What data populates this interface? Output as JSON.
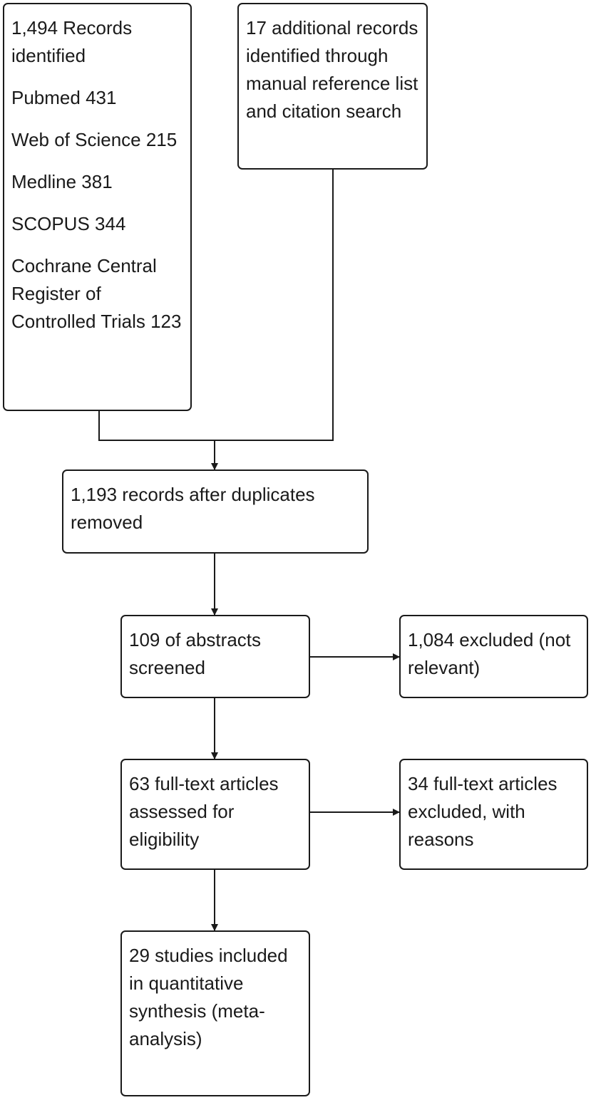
{
  "records_identified": {
    "lines": [
      "1,494 Records identified",
      "Pubmed 431",
      "Web of Science 215",
      "Medline 381",
      "SCOPUS 344",
      "Cochrane Central Register of Controlled Trials 123"
    ]
  },
  "additional_records": {
    "text": "17 additional records identified through manual reference list and citation search"
  },
  "after_duplicates": {
    "text": "1,193 records after duplicates removed"
  },
  "abstracts_screened": {
    "text": "109 of abstracts screened"
  },
  "excluded_not_relevant": {
    "text": "1,084 excluded (not relevant)"
  },
  "fulltext_assessed": {
    "text": "63 full-text articles assessed for eligibility"
  },
  "fulltext_excluded": {
    "text": "34 full-text articles excluded, with reasons"
  },
  "studies_included": {
    "text": "29 studies included in quantitative synthesis (meta-analysis)"
  }
}
